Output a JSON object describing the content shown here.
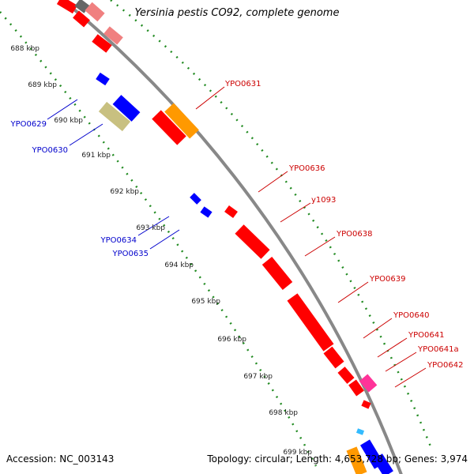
{
  "title": "Yersinia pestis CO92, complete genome",
  "footer": {
    "accession": "Accession: NC_003143",
    "summary": "Topology: circular; Length: 4,653,728 bp; Genes: 3,974"
  },
  "colors": {
    "backbone": "#888888",
    "tick": "#228b22",
    "forward_label": "#cc0000",
    "reverse_label": "#0000cc",
    "red": "#ff0000",
    "pink": "#f08080",
    "blue": "#0000ff",
    "orange": "#ff9900",
    "khaki": "#c8c080",
    "magenta": "#ff3399",
    "cyan": "#33bbff",
    "darkgray": "#666666"
  },
  "kbp_labels": [
    "688 kbp",
    "689 kbp",
    "690 kbp",
    "691 kbp",
    "692 kbp",
    "693 kbp",
    "694 kbp",
    "695 kbp",
    "696 kbp",
    "697 kbp",
    "698 kbp",
    "699 kbp"
  ],
  "gene_labels_forward": [
    "YPO0631",
    "YPO0636",
    "y1093",
    "YPO0638",
    "YPO0639",
    "YPO0640",
    "YPO0641",
    "YPO0641a",
    "YPO0642"
  ],
  "gene_labels_reverse": [
    "YPO0629",
    "YPO0630",
    "YPO0634",
    "YPO0635"
  ]
}
